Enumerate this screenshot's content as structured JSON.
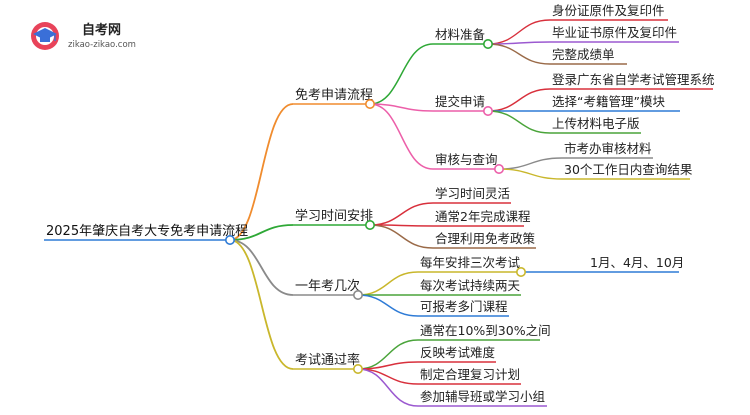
{
  "logo": {
    "title": "自考网",
    "url": "zikao-zikao.com",
    "icon": "graduation-cap-icon",
    "accent": "#e8435a"
  },
  "mindmap": {
    "root": "2025年肇庆自考大专免考申请流程",
    "branches": [
      {
        "label": "免考申请流程",
        "color": "#f08c2e",
        "children": [
          {
            "label": "材料准备",
            "color": "#2ea836",
            "children": [
              {
                "label": "身份证原件及复印件",
                "color": "#d8303c"
              },
              {
                "label": "毕业证书原件及复印件",
                "color": "#9b59d0"
              },
              {
                "label": "完整成绩单",
                "color": "#9a6a48"
              }
            ]
          },
          {
            "label": "提交申请",
            "color": "#ec5fa9",
            "children": [
              {
                "label": "登录广东省自学考试管理系统",
                "color": "#d8303c"
              },
              {
                "label": "选择“考籍管理”模块",
                "color": "#2e7bd6"
              },
              {
                "label": "上传材料电子版",
                "color": "#4aa43a"
              }
            ]
          },
          {
            "label": "审核与查询",
            "color": "#ec5fa9",
            "children": [
              {
                "label": "市考办审核材料",
                "color": "#8a8a8a"
              },
              {
                "label": "30个工作日内查询结果",
                "color": "#c9b72c"
              }
            ]
          }
        ]
      },
      {
        "label": "学习时间安排",
        "color": "#2ea836",
        "children": [
          {
            "label": "学习时间灵活",
            "color": "#d8303c"
          },
          {
            "label": "通常2年完成课程",
            "color": "#d8303c"
          },
          {
            "label": "合理利用免考政策",
            "color": "#9a6a48"
          }
        ]
      },
      {
        "label": "一年考几次",
        "color": "#8a8a8a",
        "children": [
          {
            "label": "每年安排三次考试",
            "color": "#c9b72c",
            "children": [
              {
                "label": "1月、4月、10月",
                "color": "#2e7bd6"
              }
            ]
          },
          {
            "label": "每次考试持续两天",
            "color": "#4aa43a"
          },
          {
            "label": "可报考多门课程",
            "color": "#2e7bd6"
          }
        ]
      },
      {
        "label": "考试通过率",
        "color": "#c9b72c",
        "children": [
          {
            "label": "通常在10%到30%之间",
            "color": "#4aa43a"
          },
          {
            "label": "反映考试难度",
            "color": "#d8303c"
          },
          {
            "label": "制定合理复习计划",
            "color": "#d8303c"
          },
          {
            "label": "参加辅导班或学习小组",
            "color": "#9b59d0"
          }
        ]
      }
    ]
  }
}
